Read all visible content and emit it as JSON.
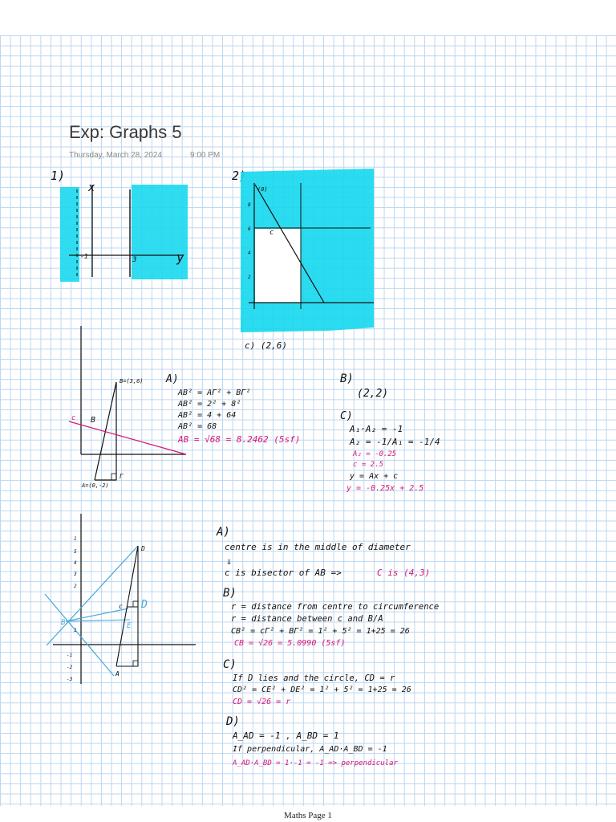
{
  "title": "Exp: Graphs 5",
  "date": "Thursday, March 28, 2024",
  "time": "9:00 PM",
  "footer": "Maths Page 1",
  "colors": {
    "highlight": "#19d8ee",
    "pink": "#d6147a",
    "black": "#111111",
    "blue": "#4aa6d8"
  },
  "q1": {
    "num": "1)",
    "ylab": "x",
    "yval": "y",
    "m1": "-1",
    "m3": "3"
  },
  "q2": {
    "num": "2)",
    "top": "(0)",
    "c_label": "c",
    "answer": "c) (2,6)",
    "ticks": [
      "8",
      "6",
      "4",
      "2"
    ]
  },
  "q3": {
    "b_pt": "B=(3,6)",
    "a_pt": "A=(0,-2)",
    "c_lab": "c",
    "b_lab": "B",
    "a_head": "A)",
    "a_lines": [
      "AB² = AΓ² + BΓ²",
      "AB² = 2² + 8²",
      "AB² = 4 + 64",
      "AB² = 68"
    ],
    "a_result": "AB = √68 = 8.2462 (5sf)",
    "b_head": "B)",
    "b_ans": "(2,2)",
    "c_head": "C)",
    "c_lines": [
      "A₁·A₂ = -1",
      "A₂ = -1/A₁ = -1/4"
    ],
    "c_pink": [
      "A₂ = -0.25",
      "c = 2.5"
    ],
    "c_line2": "y = Ax + c",
    "c_final": "y = -0.25x + 2.5"
  },
  "q4": {
    "a_head": "A)",
    "a_line1": "centre is in the middle of diameter",
    "a_arrow": "⇓",
    "a_line2": "c is bisector of AB =>",
    "a_pink": "C is (4,3)",
    "b_head": "B)",
    "b_lines": [
      "r = distance from centre to circumference",
      "r = distance between c and B/A",
      "CB² = cΓ² + BΓ² = 1² + 5² = 1+25 = 26"
    ],
    "b_pink": "CB = √26 = 5.0990 (5sf)",
    "c_head": "C)",
    "c_lines": [
      "If D lies and the circle, CD = r",
      "CD² = CE² + DE² = 1² + 5² = 1+25 = 26"
    ],
    "c_pink": "CD = √26 = r",
    "d_head": "D)",
    "d_lines": [
      "A_AD = -1 ,  A_BD = 1",
      "If perpendicular, A_AD·A_BD = -1"
    ],
    "d_pink": "A_AD·A_BD = 1·-1 = -1 => perpendicular",
    "graph": {
      "d": "D",
      "c": "c",
      "e": "E",
      "a": "A",
      "b": "B",
      "dprime": "D",
      "yt": [
        "1",
        "5",
        "4",
        "3",
        "2",
        "1"
      ],
      "yneg": [
        "-1",
        "-2",
        "-3"
      ]
    }
  }
}
